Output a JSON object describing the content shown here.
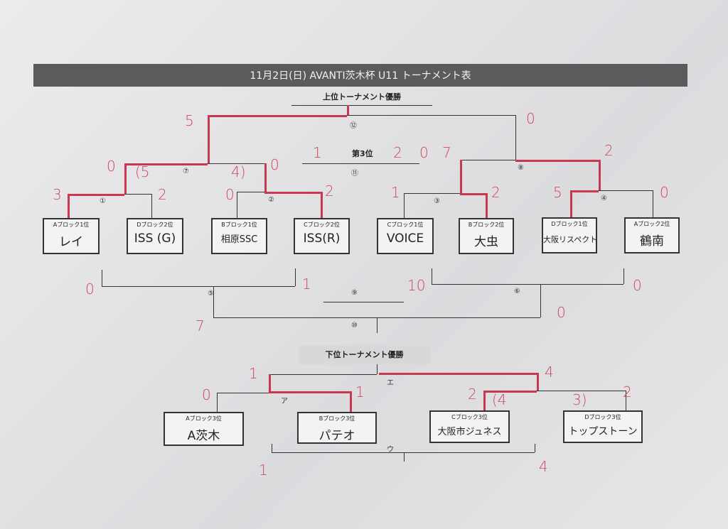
{
  "title": "11月2日(日) AVANTI茨木杯 U11 トーナメント表",
  "upper": {
    "heading": "上位トーナメント優勝",
    "third_place": "第3位",
    "match_labels": {
      "m1": "①",
      "m2": "②",
      "m3": "③",
      "m4": "④",
      "m5": "⑤",
      "m6": "⑥",
      "m7": "⑦",
      "m8": "⑧",
      "m9": "⑨",
      "m10": "⑩",
      "m11": "⑪",
      "m12": "⑫"
    },
    "teams": [
      {
        "block": "Aブロック1位",
        "name": "レイ"
      },
      {
        "block": "Dブロック2位",
        "name": "ISS (G)"
      },
      {
        "block": "Bブロック1位",
        "name": "相原SSC"
      },
      {
        "block": "Cブロック2位",
        "name": "ISS(R)"
      },
      {
        "block": "Cブロック1位",
        "name": "VOICE"
      },
      {
        "block": "Bブロック2位",
        "name": "大虫"
      },
      {
        "block": "Dブロック1位",
        "name": "大阪リスペクト"
      },
      {
        "block": "Aブロック2位",
        "name": "鶴南"
      }
    ],
    "scores": {
      "m1": [
        "3",
        "2"
      ],
      "m2": [
        "0",
        "2"
      ],
      "m3": [
        "1",
        "2"
      ],
      "m4": [
        "5",
        "0"
      ],
      "m7": [
        "0",
        "0"
      ],
      "m7_pk": [
        "(5",
        "4)"
      ],
      "m8": [
        "2"
      ],
      "m12": [
        "5",
        "0"
      ],
      "m11": [
        "1",
        "2",
        "0",
        "7"
      ],
      "m5": [
        "0",
        "1"
      ],
      "m6": [
        "10",
        "0"
      ],
      "m10": [
        "7",
        "0"
      ]
    }
  },
  "lower": {
    "heading": "下位トーナメント優勝",
    "match_labels": {
      "a": "ア",
      "e": "エ",
      "u": "ウ"
    },
    "teams": [
      {
        "block": "Aブロック3位",
        "name": "A茨木"
      },
      {
        "block": "Bブロック3位",
        "name": "パテオ"
      },
      {
        "block": "Cブロック3位",
        "name": "大阪市ジュネス"
      },
      {
        "block": "Dブロック3位",
        "name": "トップストーン"
      }
    ],
    "scores": {
      "a": [
        "0",
        "1"
      ],
      "right": [
        "2",
        "2"
      ],
      "right_pk": [
        "(4",
        "3)"
      ],
      "e": [
        "1",
        "4"
      ],
      "u": [
        "1",
        "4"
      ]
    }
  },
  "colors": {
    "ink": "#333333",
    "pen": "#d2465b",
    "title_bar": "#5b5b5d"
  }
}
